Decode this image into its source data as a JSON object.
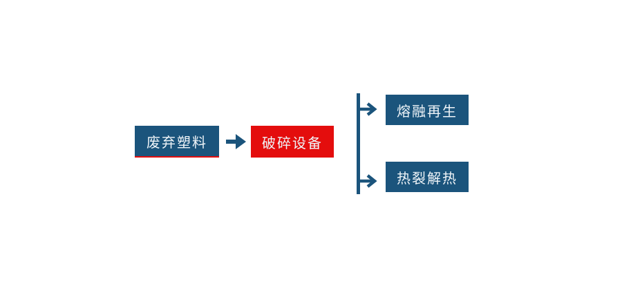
{
  "diagram": {
    "type": "flowchart",
    "colors": {
      "blue": "#1b547c",
      "red": "#e40d0d",
      "text": "#eff4f8"
    },
    "nodes": [
      {
        "id": "waste-plastic",
        "label": "废弃塑料",
        "style": "blue-with-red-underline"
      },
      {
        "id": "crushing-equipment",
        "label": "破碎设备",
        "style": "red"
      },
      {
        "id": "melt-regeneration",
        "label": "熔融再生",
        "style": "blue"
      },
      {
        "id": "pyrolysis",
        "label": "热裂解热",
        "style": "blue"
      }
    ],
    "edges": [
      {
        "from": "waste-plastic",
        "to": "crushing-equipment",
        "type": "arrow"
      },
      {
        "from": "crushing-equipment",
        "to": "melt-regeneration",
        "type": "branch-arrow"
      },
      {
        "from": "crushing-equipment",
        "to": "pyrolysis",
        "type": "branch-arrow"
      }
    ]
  }
}
